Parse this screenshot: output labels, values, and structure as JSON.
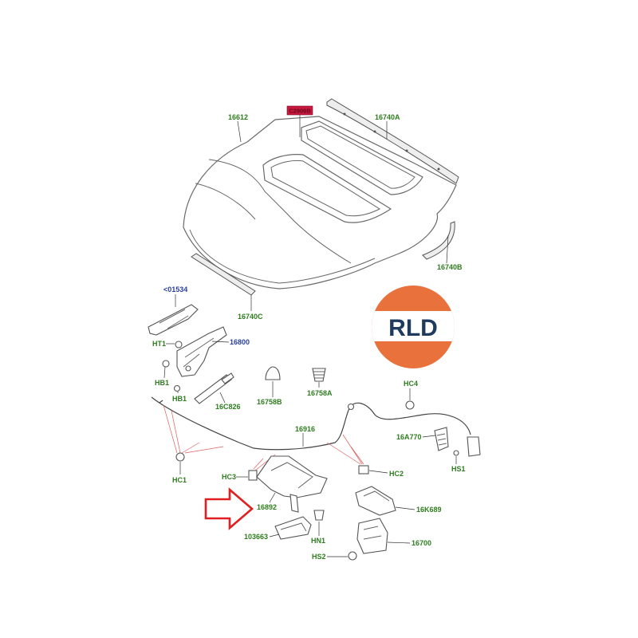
{
  "labels": {
    "hood": "16612",
    "hood_badge": "C2906B",
    "seal_top": "16740A",
    "seal_right": "16740B",
    "seal_left": "16740C",
    "hinge_cover": "<01534",
    "hinge": "16800",
    "hinge_bolt_top": "HT1",
    "hinge_bolt_mid": "HB1",
    "hinge_bolt_low": "HB1",
    "gas_strut": "16C826",
    "bump_stop_1": "16758B",
    "bump_stop_2": "16758A",
    "clip_hc4": "HC4",
    "cable": "16916",
    "release_handle": "16A770",
    "screw_hs1": "HS1",
    "clip_hc1": "HC1",
    "clip_hc3": "HC3",
    "clip_hc2": "HC2",
    "latch_bracket": "16892",
    "latch_cover": "16K689",
    "bracket": "103663",
    "nut_hn1": "HN1",
    "latch": "16700",
    "screw_hs2": "HS2"
  },
  "logo": {
    "text": "RLD",
    "top_color": "#e8713c",
    "bottom_color": "#e8713c",
    "band_color": "#ffffff",
    "text_color": "#1e3a5f"
  },
  "badge_color": "#c8183e",
  "arrow_color": "#e02020",
  "label_colors": {
    "green": "#2e7d1e",
    "blue": "#2a3f9e"
  }
}
